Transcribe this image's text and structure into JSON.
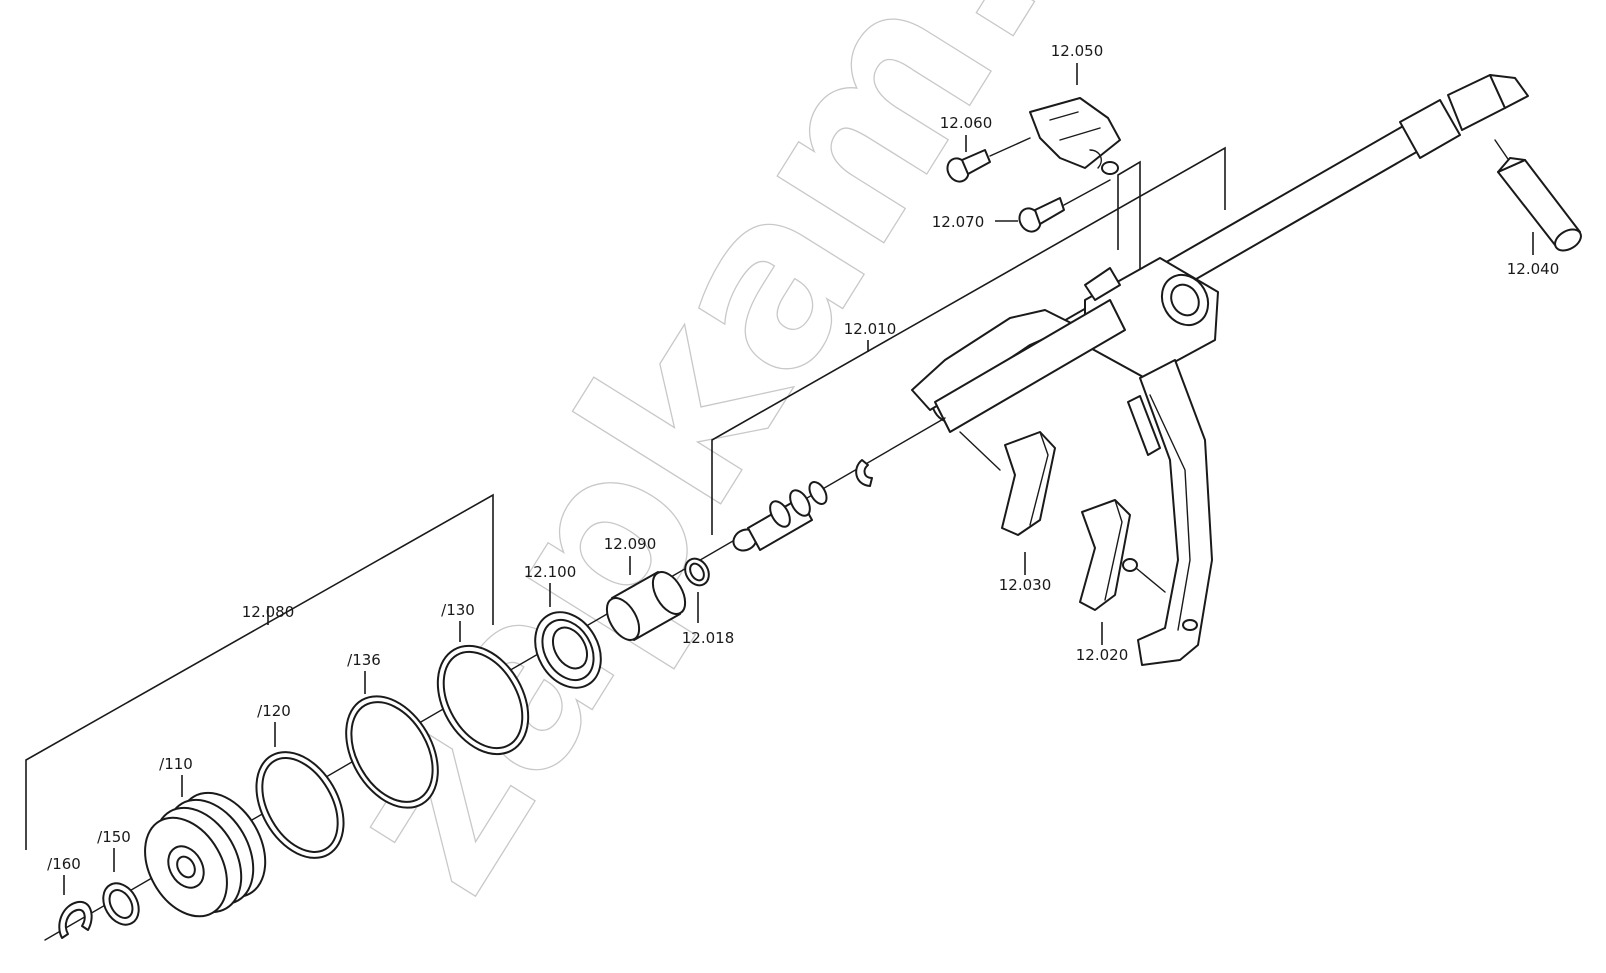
{
  "watermark": "zapkam.ru",
  "labels": {
    "p12050": "12.050",
    "p12060": "12.060",
    "p12070": "12.070",
    "p12040": "12.040",
    "p12010": "12.010",
    "p12030": "12.030",
    "p12020": "12.020",
    "p12090": "12.090",
    "p12100": "12.100",
    "p12018": "12.018",
    "p12080": "12.080",
    "p130": "/130",
    "p136": "/136",
    "p120": "/120",
    "p110": "/110",
    "p150": "/150",
    "p160": "/160"
  }
}
